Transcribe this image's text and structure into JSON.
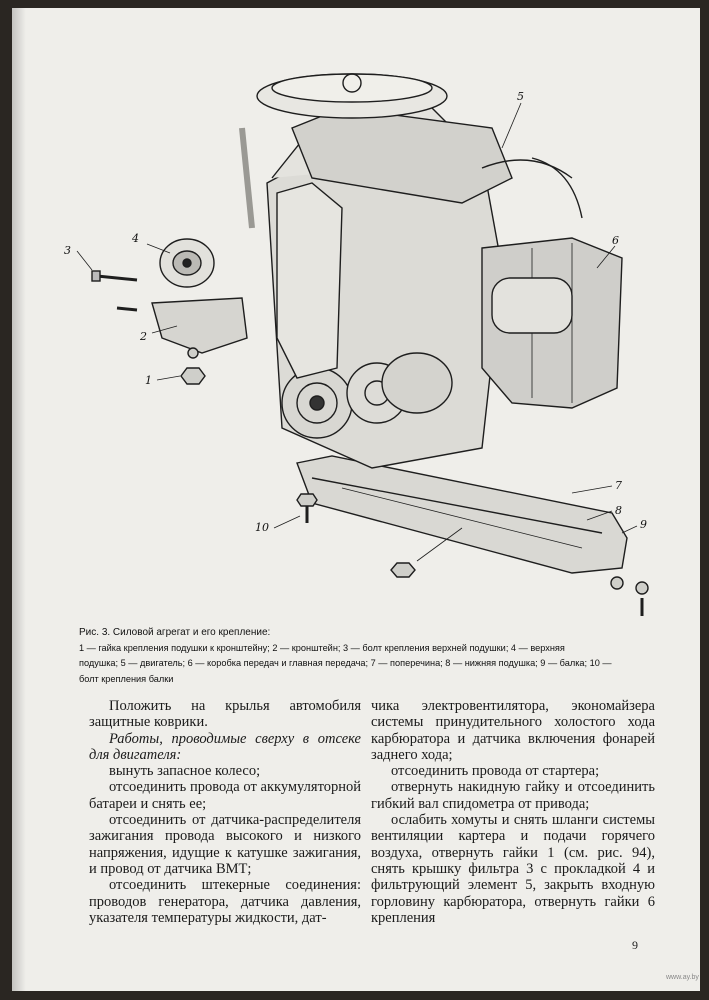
{
  "figure": {
    "callouts": [
      "1",
      "2",
      "3",
      "4",
      "5",
      "6",
      "7",
      "8",
      "9",
      "10"
    ]
  },
  "caption": {
    "title": "Рис. 3. Силовой агрегат и его крепление:",
    "l1": "1 — гайка крепления подушки к кронштейну; 2 — кронштейн; 3 — болт крепления верхней подушки; 4 — верхняя",
    "l2": "подушка; 5 — двигатель; 6 — коробка передач и главная передача; 7 — поперечина; 8 — нижняя подушка; 9 — балка; 10 —",
    "l3": "болт крепления балки"
  },
  "left_column": [
    "Положить на крылья автомобиля защитные коврики.",
    "Работы, проводимые сверху в отсеке для двигателя:",
    "вынуть запасное колесо;",
    "отсоединить провода от аккумуляторной батареи и снять ее;",
    "отсоединить от датчика-распределителя зажигания провода высокого и низкого напряжения, идущие к катушке зажигания, и провод от датчика ВМТ;",
    "отсоединить штекерные соединения: проводов генератора, датчика давления, указателя температуры жидкости, дат-"
  ],
  "right_column": [
    "чика электровентилятора, экономайзера системы принудительного холостого хода карбюратора и датчика включения фонарей заднего хода;",
    "отсоединить провода от стартера;",
    "отвернуть накидную гайку и отсоединить гибкий вал спидометра от привода;",
    "ослабить хомуты и снять шланги системы вентиляции картера и подачи горячего воздуха, отвернуть гайки 1 (см. рис. 94), снять крышку фильтра 3 с прокладкой 4 и фильтрующий элемент 5, закрыть входную горловину карбюратора, отвернуть гайки 6 крепления"
  ],
  "page_number": "9",
  "watermark": "www.ay.by"
}
